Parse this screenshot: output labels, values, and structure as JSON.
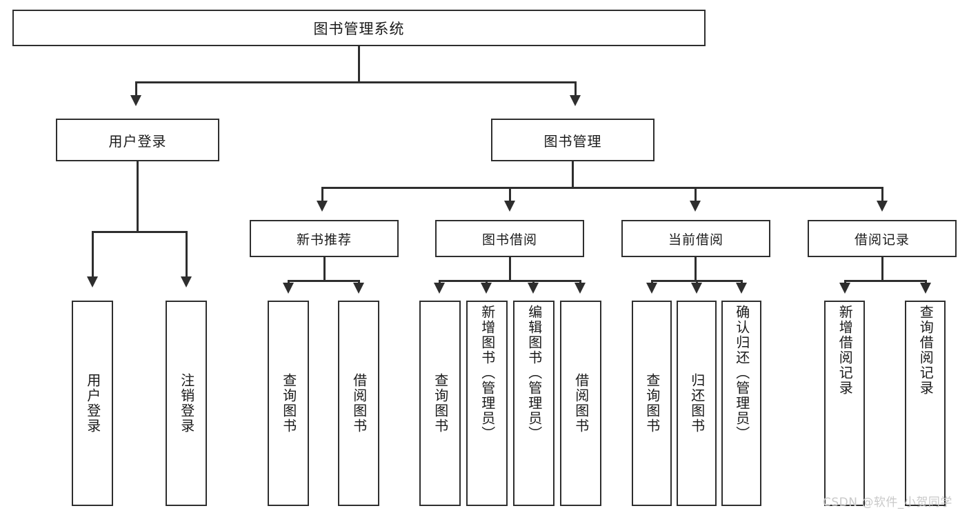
{
  "diagram": {
    "type": "tree",
    "title": "图书管理系统",
    "watermark": "CSDN @软件_小贺同学",
    "colors": {
      "line": "#2e2e2e",
      "box_fill": "#ffffff",
      "text": "#1a1a1a",
      "watermark": "#c9c9c9",
      "background": "#ffffff"
    },
    "root": {
      "label": "图书管理系统"
    },
    "level1": [
      {
        "label": "用户登录"
      },
      {
        "label": "图书管理"
      }
    ],
    "level2": [
      {
        "label": "新书推荐"
      },
      {
        "label": "图书借阅"
      },
      {
        "label": "当前借阅"
      },
      {
        "label": "借阅记录"
      }
    ],
    "leaves": {
      "user_login": [
        {
          "label": "用户登录"
        },
        {
          "label": "注销登录"
        }
      ],
      "new_book_recommend": [
        {
          "label": "查询图书"
        },
        {
          "label": "借阅图书"
        }
      ],
      "book_borrow": [
        {
          "label": "查询图书"
        },
        {
          "label": "新增图书（管理员）"
        },
        {
          "label": "编辑图书（管理员）"
        },
        {
          "label": "借阅图书"
        }
      ],
      "current_borrow": [
        {
          "label": "查询图书"
        },
        {
          "label": "归还图书"
        },
        {
          "label": "确认归还（管理员）"
        }
      ],
      "borrow_record": [
        {
          "label": "新增借阅记录"
        },
        {
          "label": "查询借阅记录"
        }
      ]
    }
  }
}
